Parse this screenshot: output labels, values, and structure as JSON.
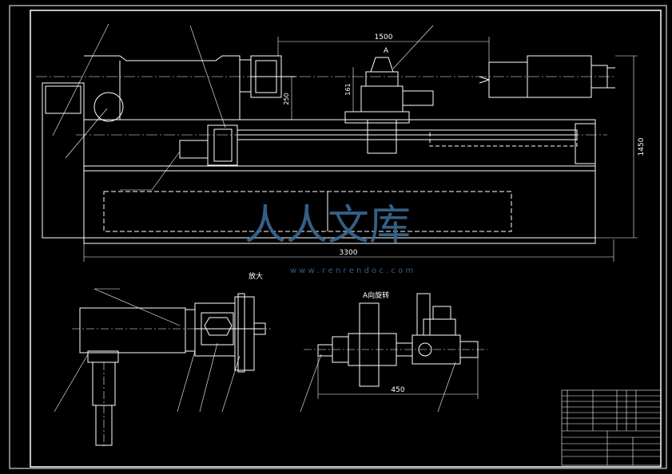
{
  "colors": {
    "background": "#000000",
    "line": "#ffffff",
    "watermark": "#3a6a94"
  },
  "dimensions": {
    "carriage_travel": "1500",
    "overall_length": "3300",
    "overall_height": "1450",
    "tool_post_height": "161",
    "center_height": "250",
    "detail_width": "450"
  },
  "views": {
    "detail_title": "放大",
    "view_a_title": "A向旋转",
    "section_marker": "A"
  },
  "watermark": {
    "text": "人人文库",
    "url": "w w w . r e n r e n d o c . c o m"
  }
}
